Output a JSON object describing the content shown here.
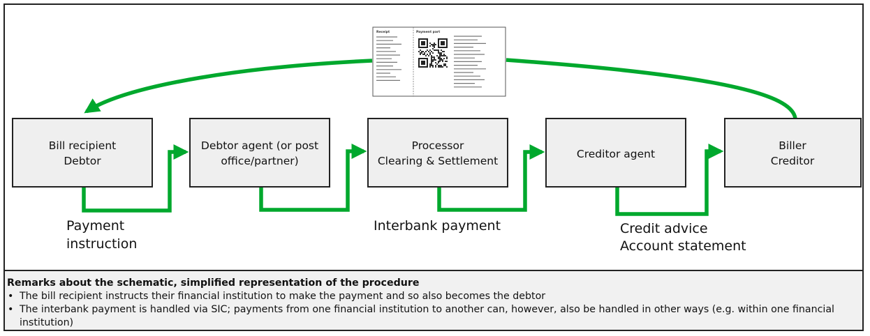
{
  "colors": {
    "arrow": "#00a82d",
    "box_fill": "#efefef",
    "box_border": "#222222",
    "remarks_bg": "#f1f1f1"
  },
  "payment_slip": {
    "icon": "qr-bill-payment-slip-icon",
    "receipt_title": "Receipt",
    "payment_part_title": "Payment part"
  },
  "nodes": [
    {
      "id": "bill-recipient",
      "lines": [
        "Bill recipient",
        "Debtor"
      ]
    },
    {
      "id": "debtor-agent",
      "lines": [
        "Debtor agent (or post",
        "office/partner)"
      ]
    },
    {
      "id": "processor",
      "lines": [
        "Processor",
        "Clearing & Settlement"
      ]
    },
    {
      "id": "creditor-agent",
      "lines": [
        "Creditor agent"
      ]
    },
    {
      "id": "biller",
      "lines": [
        "Biller",
        "Creditor"
      ]
    }
  ],
  "flow_labels": {
    "payment_instruction": [
      "Payment",
      "instruction"
    ],
    "interbank_payment": [
      "Interbank payment"
    ],
    "credit_advice": [
      "Credit advice",
      "Account statement"
    ]
  },
  "remarks": {
    "title": "Remarks about the schematic, simplified representation of the procedure",
    "items": [
      "The bill recipient instructs their financial institution to make the payment and so also becomes the debtor",
      "The interbank payment is handled via SIC; payments from one financial institution to another can, however, also be handled in other ways (e.g. within one financial institution)"
    ]
  }
}
